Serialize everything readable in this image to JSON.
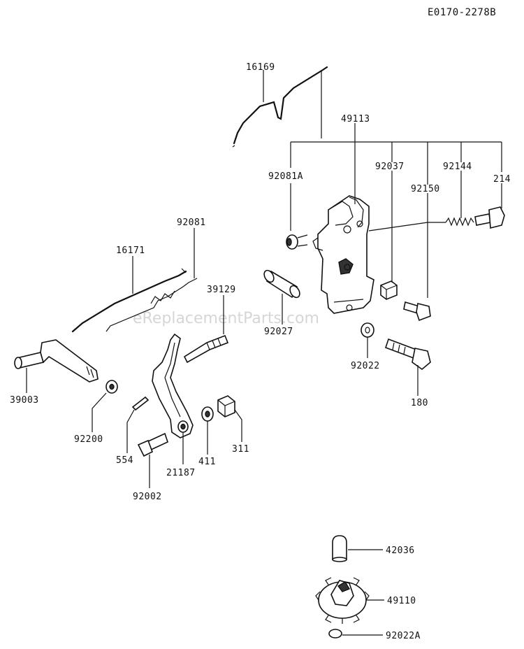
{
  "reference_code": "E0170-2278B",
  "watermark": "eReplacementParts.com",
  "callouts": [
    {
      "id": "16169",
      "label": "16169"
    },
    {
      "id": "49113",
      "label": "49113"
    },
    {
      "id": "92037",
      "label": "92037"
    },
    {
      "id": "92144",
      "label": "92144"
    },
    {
      "id": "92081A",
      "label": "92081A"
    },
    {
      "id": "92150",
      "label": "92150"
    },
    {
      "id": "214",
      "label": "214"
    },
    {
      "id": "92081",
      "label": "92081"
    },
    {
      "id": "16171",
      "label": "16171"
    },
    {
      "id": "39129",
      "label": "39129"
    },
    {
      "id": "92027",
      "label": "92027"
    },
    {
      "id": "92022",
      "label": "92022"
    },
    {
      "id": "180",
      "label": "180"
    },
    {
      "id": "39003",
      "label": "39003"
    },
    {
      "id": "92200",
      "label": "92200"
    },
    {
      "id": "554",
      "label": "554"
    },
    {
      "id": "411",
      "label": "411"
    },
    {
      "id": "311",
      "label": "311"
    },
    {
      "id": "21187",
      "label": "21187"
    },
    {
      "id": "92002",
      "label": "92002"
    },
    {
      "id": "42036",
      "label": "42036"
    },
    {
      "id": "49110",
      "label": "49110"
    },
    {
      "id": "92022A",
      "label": "92022A"
    }
  ]
}
